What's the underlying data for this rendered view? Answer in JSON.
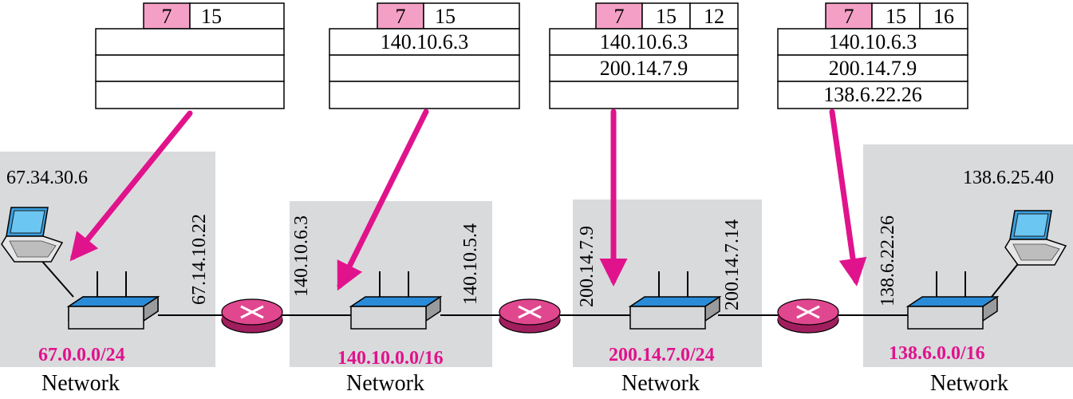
{
  "colors": {
    "accent": "#e0138c",
    "panel": "#d9dadc",
    "highlight_cell": "#f4a0c6",
    "device_top": "#2a8cd8",
    "router": "#e0478f"
  },
  "tables": [
    {
      "header": [
        "7",
        "15"
      ],
      "rows": [
        "",
        "",
        ""
      ]
    },
    {
      "header": [
        "7",
        "15"
      ],
      "rows": [
        "140.10.6.3",
        "",
        ""
      ]
    },
    {
      "header": [
        "7",
        "15",
        "12"
      ],
      "rows": [
        "140.10.6.3",
        "200.14.7.9",
        ""
      ]
    },
    {
      "header": [
        "7",
        "15",
        "16"
      ],
      "rows": [
        "140.10.6.3",
        "200.14.7.9",
        "138.6.22.26"
      ]
    }
  ],
  "hosts": {
    "left_ip": "67.34.30.6",
    "right_ip": "138.6.25.40",
    "left_icon": "laptop-icon",
    "right_icon": "laptop-icon"
  },
  "interfaces": [
    "67.14.10.22",
    "140.10.6.3",
    "140.10.5.4",
    "200.14.7.9",
    "200.14.7.14",
    "138.6.22.26"
  ],
  "networks": [
    {
      "prefix": "67.0.0.0/24",
      "label": "Network"
    },
    {
      "prefix": "140.10.0.0/16",
      "label": "Network"
    },
    {
      "prefix": "200.14.7.0/24",
      "label": "Network"
    },
    {
      "prefix": "138.6.0.0/16",
      "label": "Network"
    }
  ]
}
